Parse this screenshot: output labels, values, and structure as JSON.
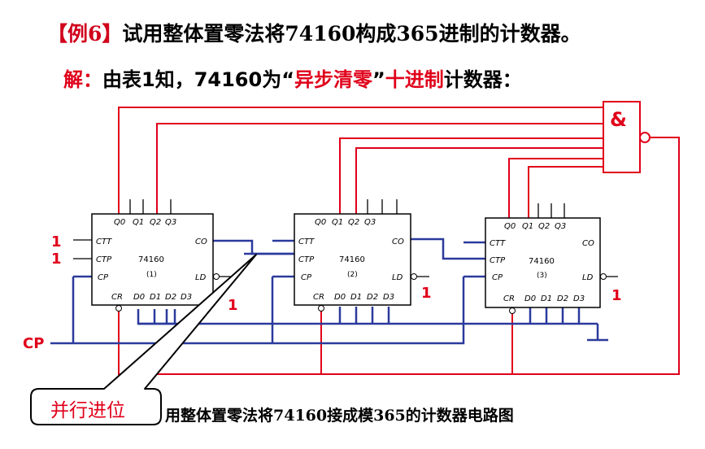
{
  "title": {
    "tag": "【例6】",
    "text": "试用整体置零法将74160构成365进制的计数器。"
  },
  "solution": {
    "label": "解：",
    "text1": "由表1知，74160为",
    "quote_open": "“",
    "async_clear": "异步清零",
    "quote_close": "”",
    "decimal": "十进制",
    "text2": "计数器："
  },
  "gate_symbol": "&",
  "cp_label": "CP",
  "chips": [
    {
      "name": "74160",
      "index": "(1)"
    },
    {
      "name": "74160",
      "index": "(2)"
    },
    {
      "name": "74160",
      "index": "(3)"
    }
  ],
  "pins": {
    "q0": "Q0",
    "q1": "Q1",
    "q2": "Q2",
    "q3": "Q3",
    "ctt": "CTT",
    "ctp": "CTP",
    "cp": "CP",
    "co": "CO",
    "ld": "LD",
    "cr": "CR",
    "d0": "D0",
    "d1": "D1",
    "d2": "D2",
    "d3": "D3"
  },
  "input_labels": {
    "ctt_one": "1",
    "ctp_one": "1",
    "ld1_one": "1",
    "ld2_one": "1",
    "ld3_one": "1"
  },
  "callout": "并行进位",
  "caption": "用整体置零法将74160接成模365的计数器电路图",
  "colors": {
    "red_wire": "#e0001a",
    "blue_wire": "#2b3a9c",
    "accent": "#d0021b"
  }
}
